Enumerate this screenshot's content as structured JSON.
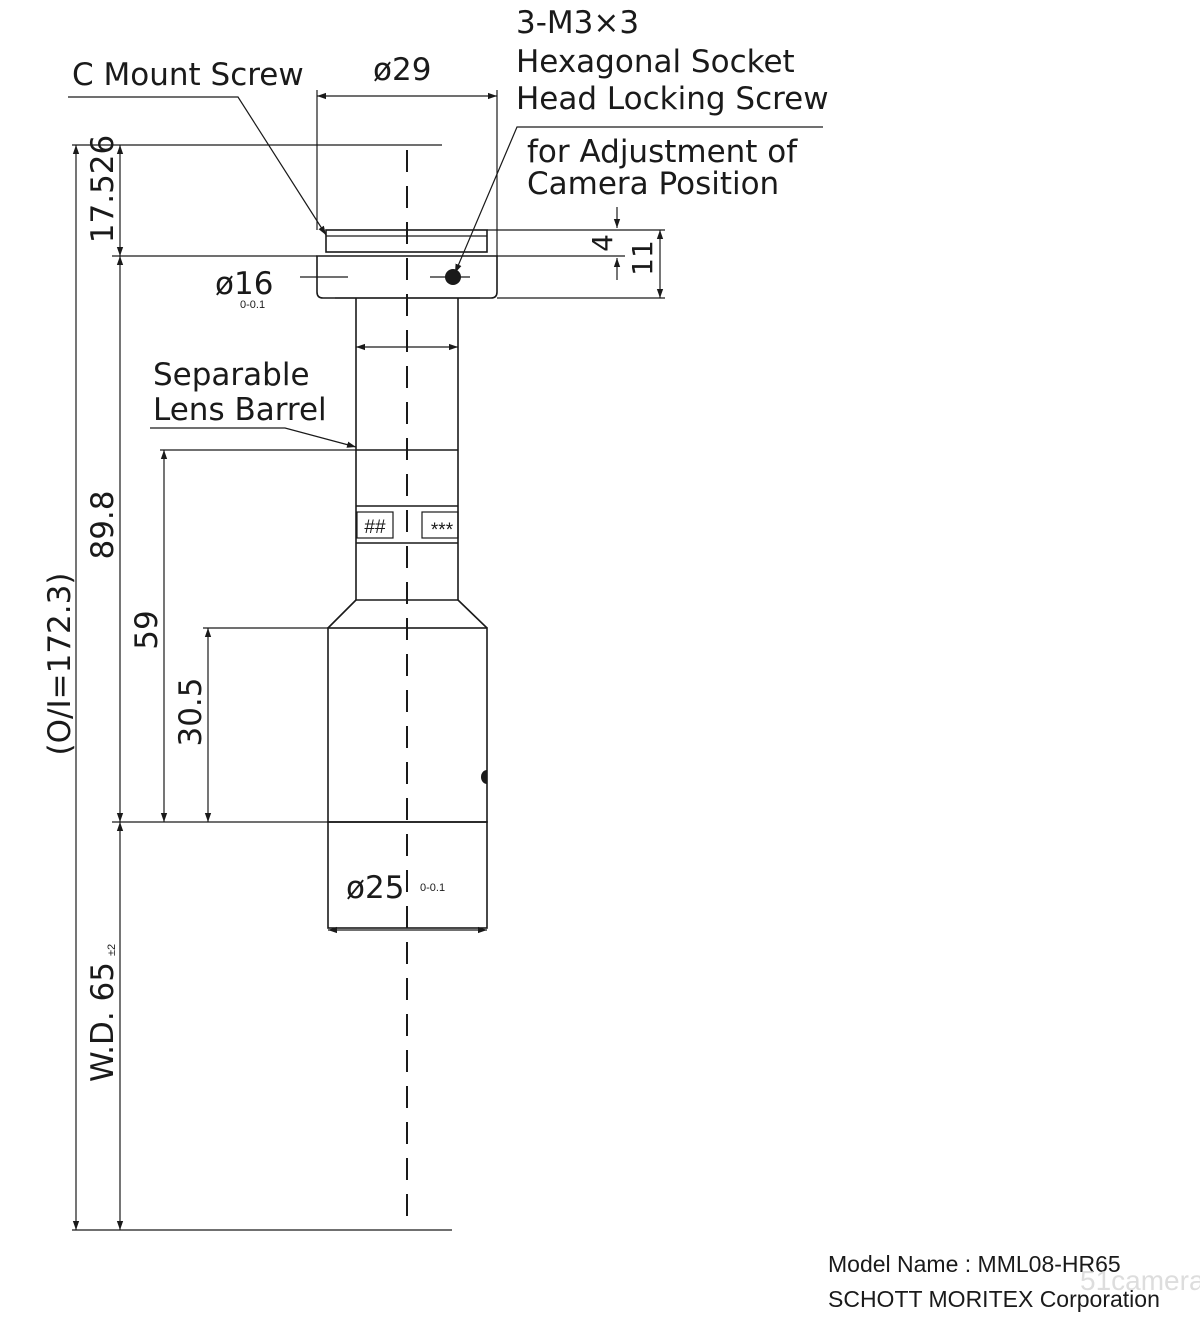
{
  "labels": {
    "c_mount_screw": "C Mount Screw",
    "dia_29": "ø29",
    "screw_line1": "3-M3×3",
    "screw_line2": "Hexagonal Socket",
    "screw_line3": "Head Locking Screw",
    "adjust_line1": "for Adjustment of",
    "adjust_line2": "Camera Position",
    "dim_4": "4",
    "dim_11": "11",
    "dia_16": "ø16",
    "tol_16": "0-0.1",
    "separable_line1": "Separable",
    "separable_line2": "Lens Barrel",
    "mark_left": "##",
    "mark_right": "***",
    "dim_17526": "17.526",
    "dim_898": "89.8",
    "dim_59": "59",
    "dim_305": "30.5",
    "dim_oi": "(O/I=172.3)",
    "dia_25": "ø25",
    "tol_25": "0-0.1",
    "wd": "W.D. 65",
    "wd_tol": "±2"
  },
  "footer": {
    "model_name": "Model Name : MML08-HR65",
    "company": "SCHOTT MORITEX Corporation"
  },
  "watermark": "51camera"
}
